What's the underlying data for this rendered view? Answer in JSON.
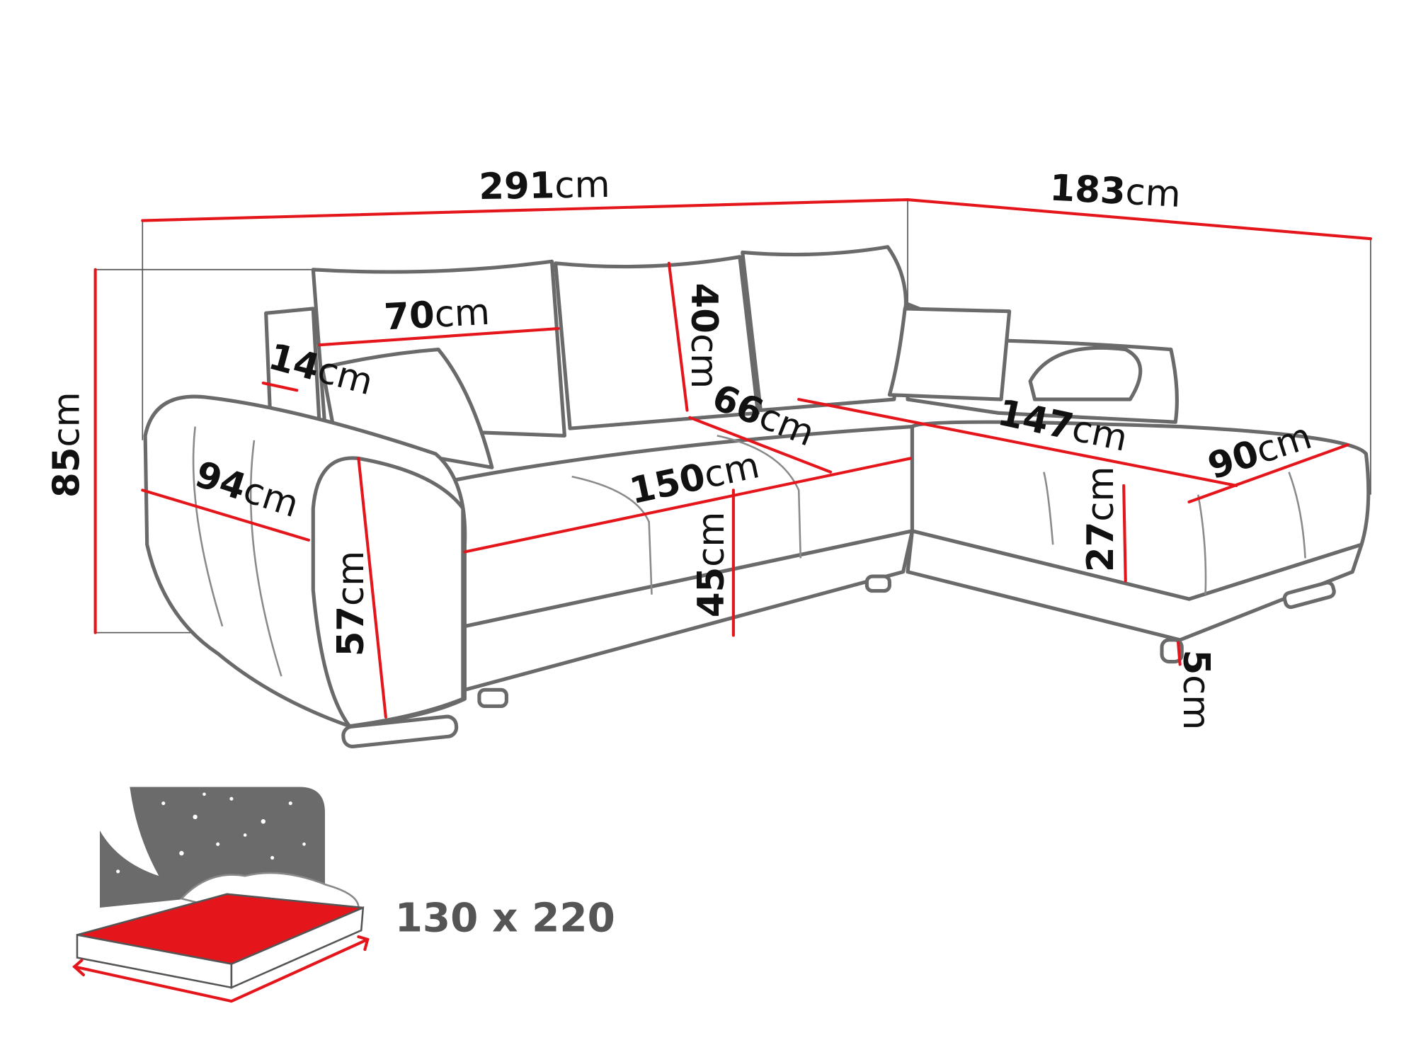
{
  "colors": {
    "dimension_line": "#e4161b",
    "outline": "#6a6a6a",
    "bed_panel": "#6b6b6b",
    "mattress": "#e4161b"
  },
  "dimensions": {
    "total_width": {
      "value": "291",
      "unit": "cm"
    },
    "chaise_depth": {
      "value": "183",
      "unit": "cm"
    },
    "total_height": {
      "value": "85",
      "unit": "cm"
    },
    "cushion_width": {
      "value": "70",
      "unit": "cm"
    },
    "armrest_width": {
      "value": "14",
      "unit": "cm"
    },
    "cushion_height": {
      "value": "40",
      "unit": "cm"
    },
    "seat_depth": {
      "value": "66",
      "unit": "cm"
    },
    "chaise_length": {
      "value": "147",
      "unit": "cm"
    },
    "chaise_width": {
      "value": "90",
      "unit": "cm"
    },
    "side_depth": {
      "value": "94",
      "unit": "cm"
    },
    "seat_width": {
      "value": "150",
      "unit": "cm"
    },
    "seat_height": {
      "value": "45",
      "unit": "cm"
    },
    "armrest_height": {
      "value": "57",
      "unit": "cm"
    },
    "chaise_height": {
      "value": "27",
      "unit": "cm"
    },
    "leg_height": {
      "value": "5",
      "unit": "cm"
    }
  },
  "sleeping_area": {
    "label": "130 x 220",
    "icon": "bed-icon"
  }
}
